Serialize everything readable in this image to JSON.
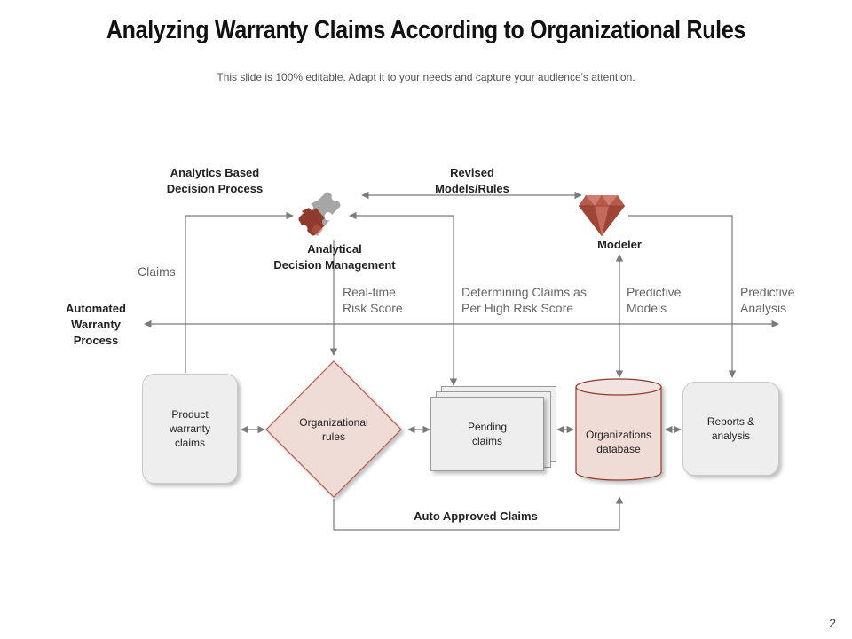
{
  "slide": {
    "title": "Analyzing Warranty Claims According to Organizational Rules",
    "subtitle": "This slide is 100% editable. Adapt it to your needs and capture your audience's attention.",
    "page_number": "2"
  },
  "labels": {
    "analytics_based": [
      "Analytics  Based",
      "Decision Process"
    ],
    "revised": [
      "Revised",
      "Models/Rules"
    ],
    "analytical_dm": [
      "Analytical",
      "Decision Management"
    ],
    "modeler": "Modeler",
    "claims": "Claims",
    "automated": [
      "Automated",
      "Warranty",
      "Process"
    ],
    "realtime": [
      "Real-time",
      "Risk Score"
    ],
    "determining": [
      "Determining Claims as",
      "Per High Risk Score"
    ],
    "predictive_models": [
      "Predictive",
      "Models"
    ],
    "predictive_analysis": [
      "Predictive",
      "Analysis"
    ],
    "auto_approved": "Auto Approved Claims"
  },
  "nodes": {
    "product": [
      "Product",
      "warranty",
      "claims"
    ],
    "org_rules": [
      "Organizational",
      "rules"
    ],
    "pending": [
      "Pending",
      "claims"
    ],
    "org_db": [
      "Organizations",
      "database"
    ],
    "reports": [
      "Reports &",
      "analysis"
    ]
  },
  "colors": {
    "accent_dark": "#8f3a2c",
    "accent_mid": "#b65a4a",
    "accent_light": "#f0dcd6",
    "grey_fill": "#eeeeee",
    "line": "#7a7a7a"
  },
  "icons": {
    "puzzle": "puzzle-icon",
    "diamond_gem": "gem-icon"
  }
}
